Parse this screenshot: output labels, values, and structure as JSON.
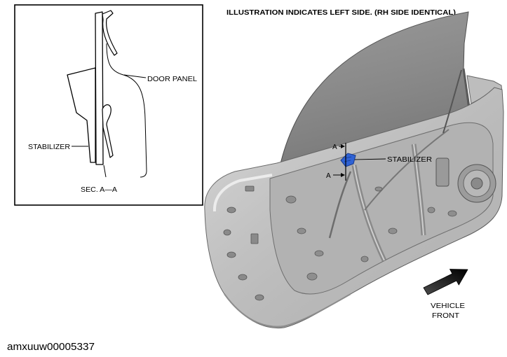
{
  "header": {
    "note": "ILLUSTRATION INDICATES LEFT SIDE. (RH SIDE IDENTICAL)"
  },
  "section_view": {
    "door_panel_label": "DOOR PANEL",
    "stabilizer_label": "STABILIZER",
    "caption": "SEC. A—A"
  },
  "main_view": {
    "section_mark_top": "A",
    "section_mark_bottom": "A",
    "stabilizer_label": "STABILIZER",
    "direction_label": [
      "VEHICLE",
      "FRONT"
    ],
    "direction_icon": "arrow-up-right-icon"
  },
  "footer": {
    "figure_id": "amxuuw00005337"
  },
  "colors": {
    "highlight": "#2f62d4",
    "glass": "#8d8d8d",
    "door_body": "#cdcdcd",
    "inner_panel": "#b2b2b2"
  }
}
